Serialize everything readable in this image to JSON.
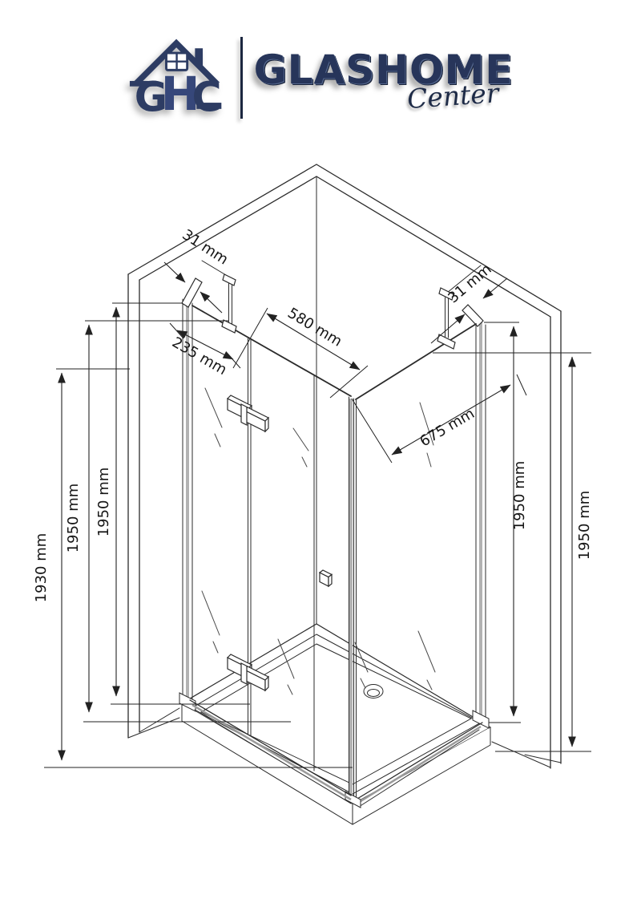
{
  "logo": {
    "brand": "GLASHOME",
    "script": "Center",
    "letters": {
      "g": "G",
      "h": "H",
      "c": "C"
    },
    "colors": {
      "navy": "#2d3c63",
      "dark_navy": "#1e2b47"
    }
  },
  "diagram": {
    "type": "shower-enclosure-dimension-drawing",
    "dimensions": {
      "dim_31_left": "31 mm",
      "dim_580": "580 mm",
      "dim_31_right": "31 mm",
      "dim_235": "235 mm",
      "dim_675": "675 mm",
      "dim_1950_left_inner": "1950 mm",
      "dim_1950_left_mid": "1950 mm",
      "dim_1930_left": "1930 mm",
      "dim_1950_right_inner": "1950 mm",
      "dim_1950_right_outer": "1950 mm"
    },
    "colors": {
      "line": "#2b2b2b",
      "glass_edge": "#b2b2b2",
      "background": "#ffffff"
    }
  }
}
